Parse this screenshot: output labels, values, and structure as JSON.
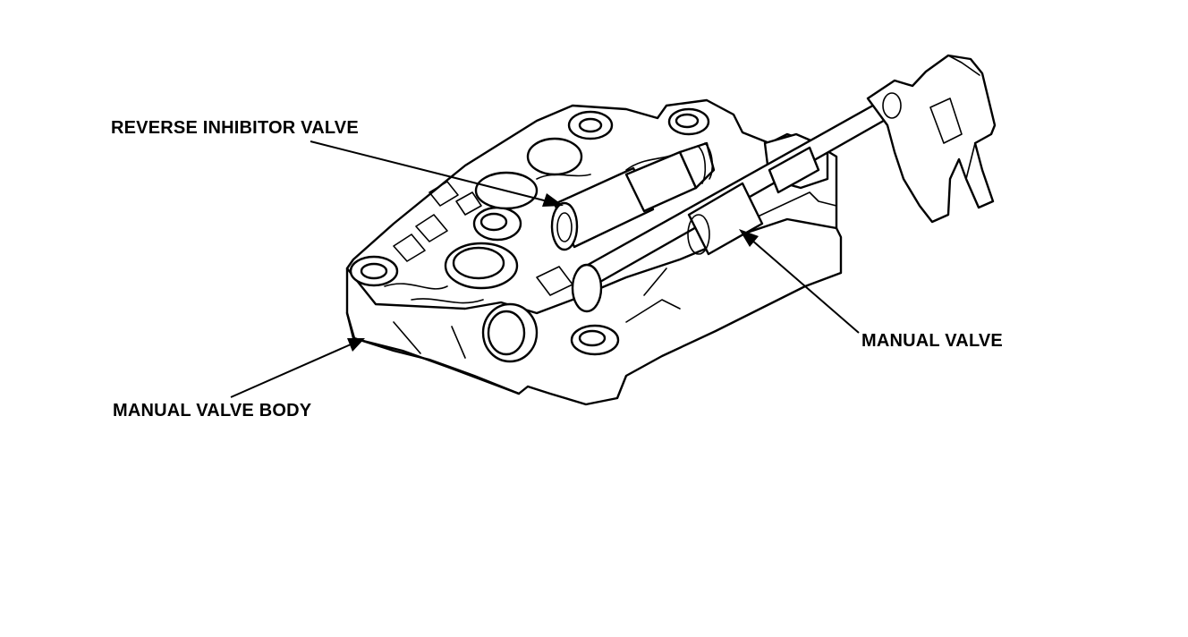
{
  "labels": {
    "reverse_inhibitor_valve": "REVERSE INHIBITOR VALVE",
    "manual_valve": "MANUAL VALVE",
    "manual_valve_body": "MANUAL VALVE BODY"
  },
  "colors": {
    "line": "#000000",
    "background": "#ffffff"
  }
}
